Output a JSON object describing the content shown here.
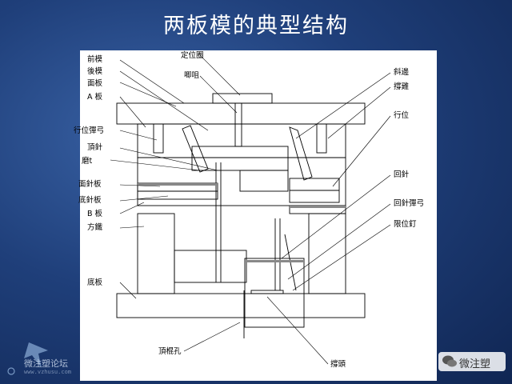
{
  "title": "两板模的典型结构",
  "labels_left": {
    "front_mold": "前模",
    "rear_mold": "後模",
    "face_plate": "面板",
    "a_plate": "A 板",
    "slider_spring": "行位彈弓",
    "ejector_pin": "頂針",
    "wear_plate": "磨t",
    "ejector_retainer_plate": "面針板",
    "ejector_plate": "底針板",
    "b_plate": "B 板",
    "spacer_block": "方鐵",
    "bottom_plate": "底板"
  },
  "labels_top": {
    "locating_ring": "定位圈",
    "sprue": "唧咀"
  },
  "labels_right": {
    "angle_pin": "斜邊",
    "heel_block": "撐雞",
    "slider": "行位",
    "return_pin": "回針",
    "return_spring": "回針彈弓",
    "stop_pin": "限位釘"
  },
  "labels_bottom": {
    "ejector_hole": "頂棍孔",
    "support_pillar": "撐頭"
  },
  "watermark": {
    "forum": "微注塑论坛",
    "url": "www.vzhusu.com",
    "wechat": "微注塑"
  }
}
